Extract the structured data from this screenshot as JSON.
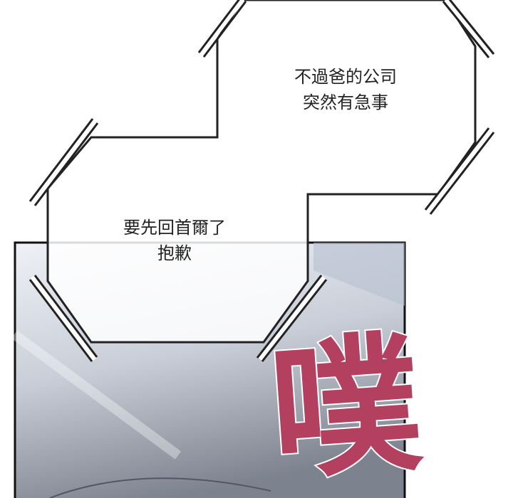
{
  "bubble_top": {
    "line1": "不過爸的公司",
    "line2": "突然有急事"
  },
  "bubble_bottom": {
    "line1": "要先回首爾了",
    "line2": "抱歉"
  },
  "sfx": "噗",
  "colors": {
    "sfx": "#b2405e",
    "panel_border": "#111111"
  }
}
